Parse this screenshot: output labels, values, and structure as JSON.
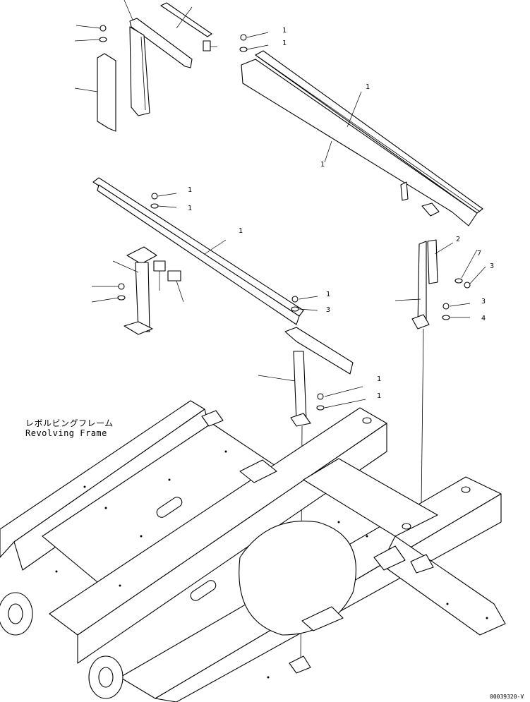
{
  "frame_label": {
    "japanese": "レボルビングフレーム",
    "english": "Revolving Frame"
  },
  "drawing_code": "00039320-V"
}
